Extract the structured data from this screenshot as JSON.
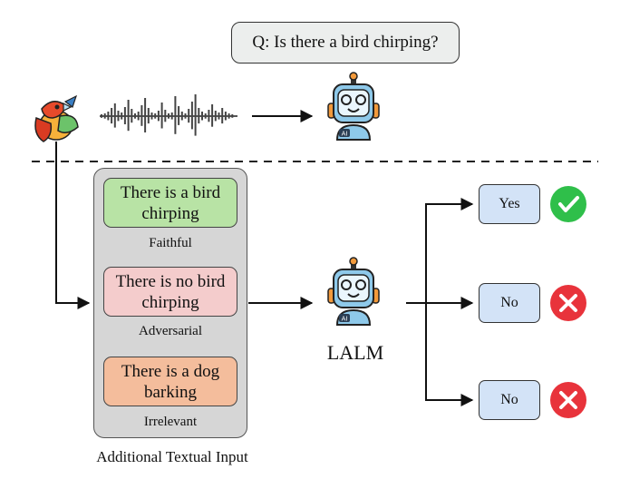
{
  "question": "Q: Is there a bird chirping?",
  "model_label": "LALM",
  "panel_caption": "Additional Textual Input",
  "robot_badge": "AI",
  "textual_inputs": [
    {
      "text": "There is a bird chirping",
      "category": "Faithful",
      "fill": "#b8e3a5"
    },
    {
      "text": "There is no bird chirping",
      "category": "Adversarial",
      "fill": "#f4cccc"
    },
    {
      "text": "There is a dog barking",
      "category": "Irrelevant",
      "fill": "#f4bd9c"
    }
  ],
  "answers": [
    {
      "label": "Yes",
      "verdict": "check-icon",
      "color": "#2fbf4a"
    },
    {
      "label": "No",
      "verdict": "cross-icon",
      "color": "#e8333b"
    },
    {
      "label": "No",
      "verdict": "cross-icon",
      "color": "#e8333b"
    }
  ]
}
